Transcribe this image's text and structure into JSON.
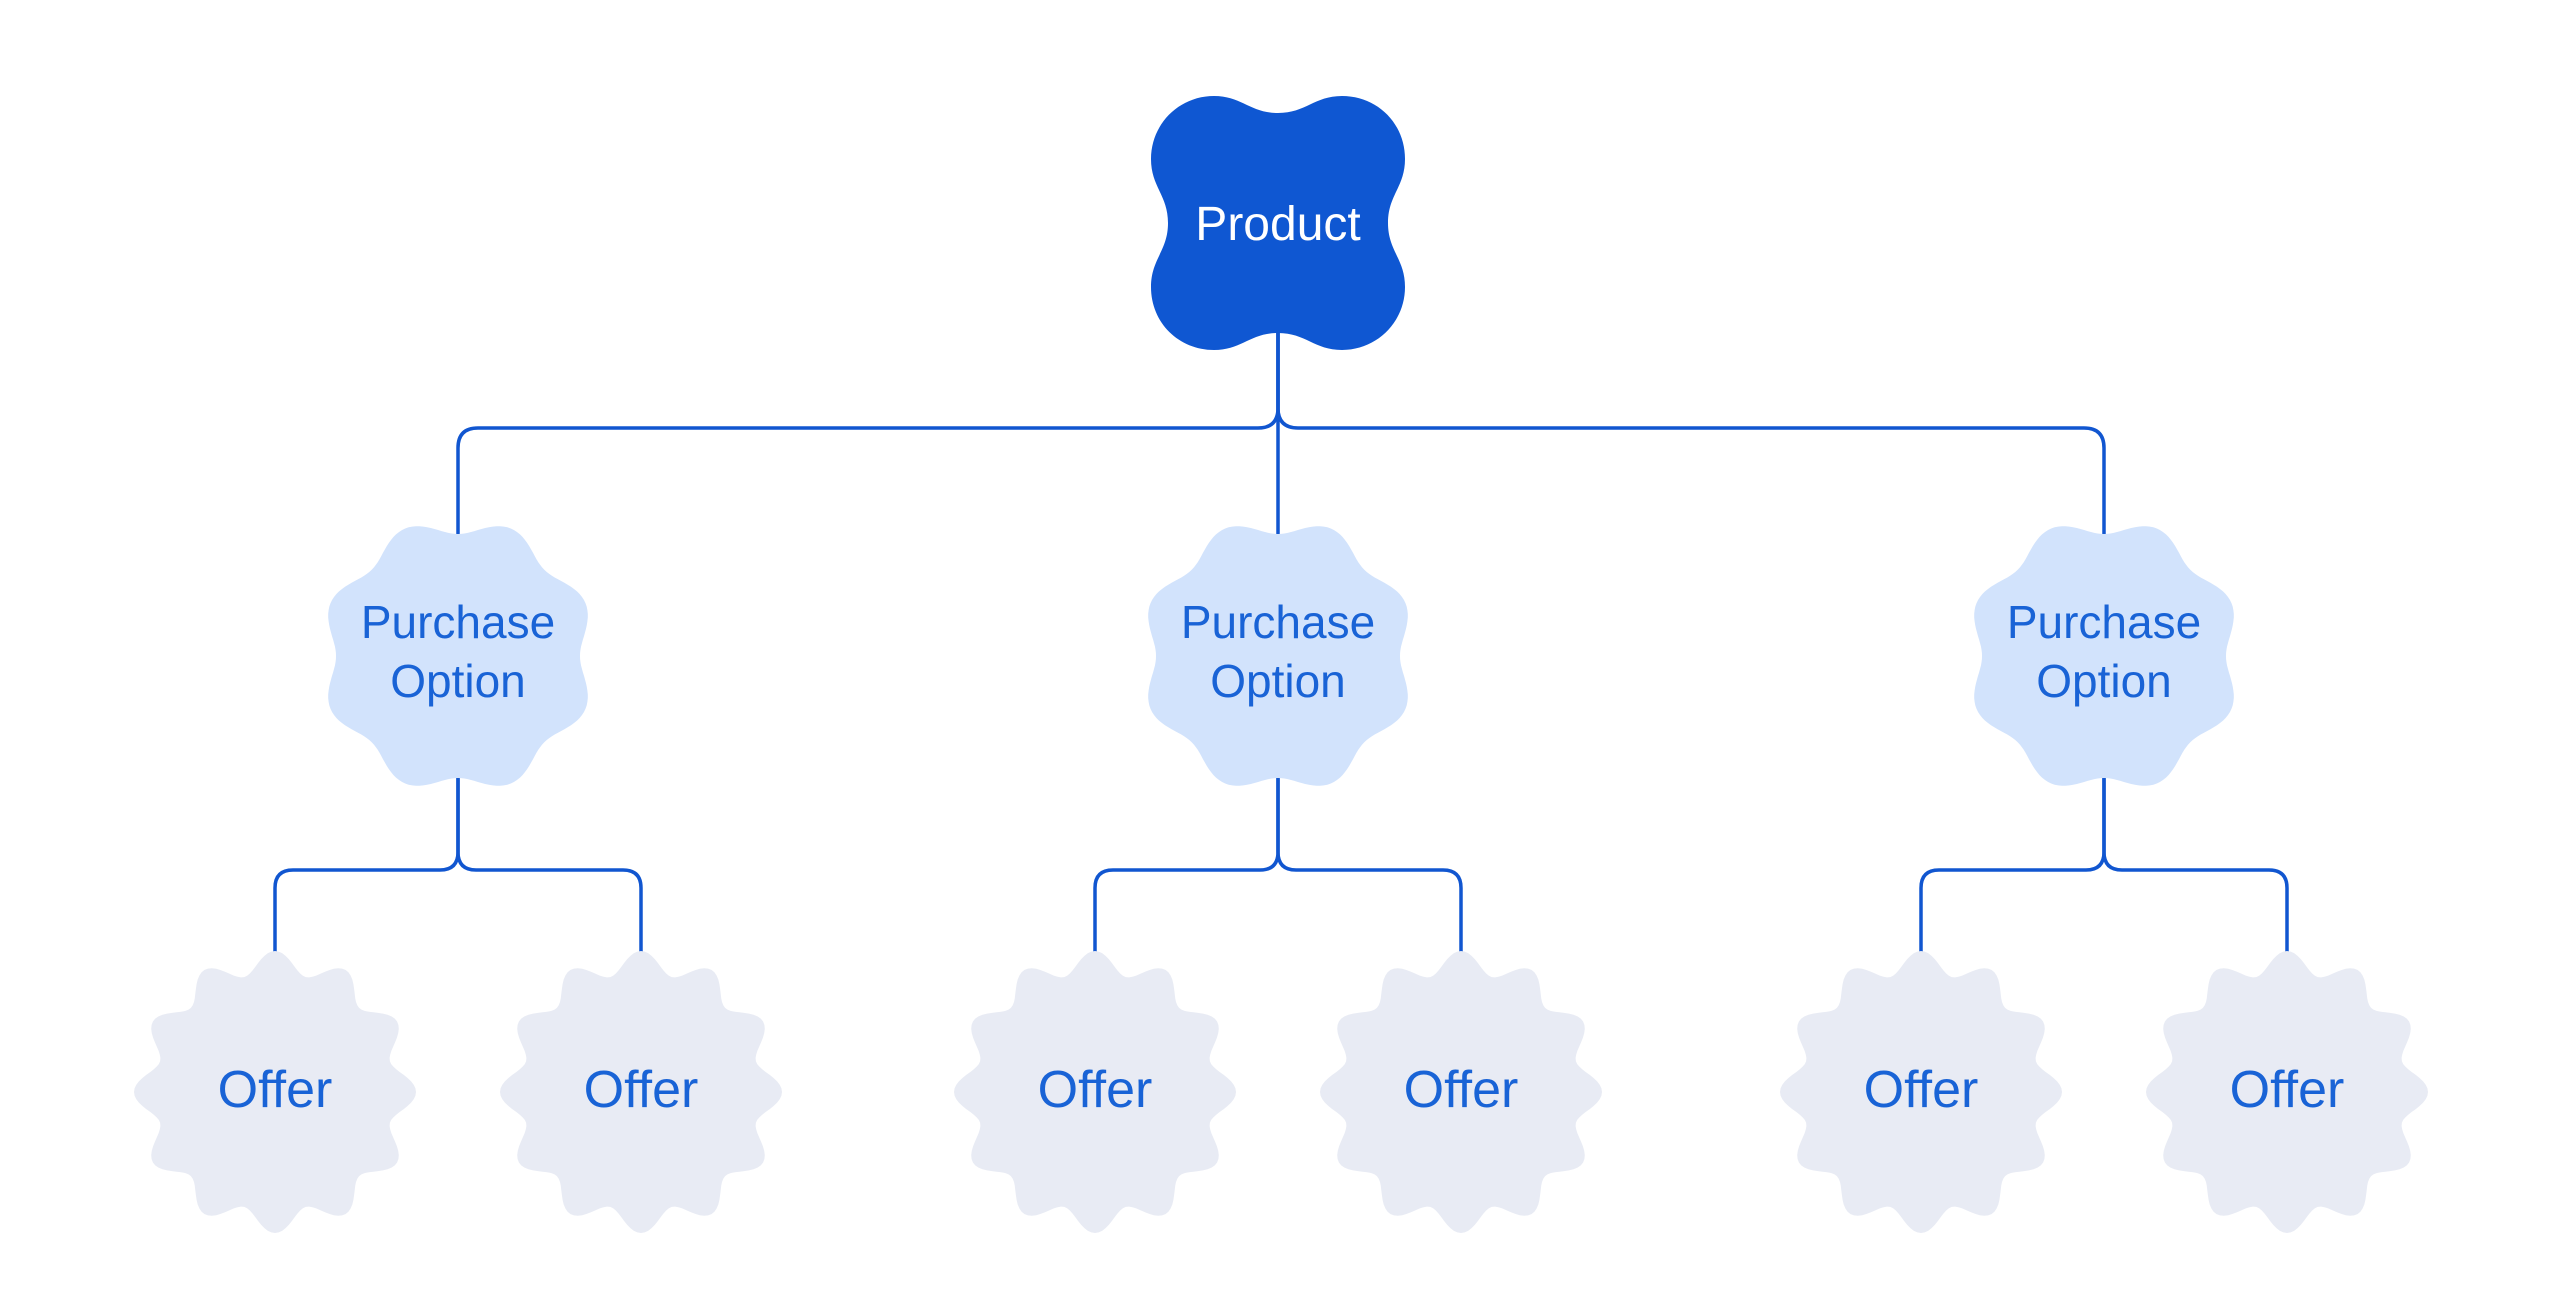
{
  "diagram": {
    "background": "#ffffff",
    "colors": {
      "product_fill": "#0f57d2",
      "product_text": "#ffffff",
      "purchase_option_fill": "#d2e3fc",
      "offer_fill": "#e8ebf4",
      "connector": "#1156d0",
      "label_text": "#1963d6"
    },
    "root": {
      "label": "Product"
    },
    "purchase_options": [
      {
        "line1": "Purchase",
        "line2": "Option"
      },
      {
        "line1": "Purchase",
        "line2": "Option"
      },
      {
        "line1": "Purchase",
        "line2": "Option"
      }
    ],
    "offers": [
      {
        "label": "Offer"
      },
      {
        "label": "Offer"
      },
      {
        "label": "Offer"
      },
      {
        "label": "Offer"
      },
      {
        "label": "Offer"
      },
      {
        "label": "Offer"
      }
    ]
  }
}
